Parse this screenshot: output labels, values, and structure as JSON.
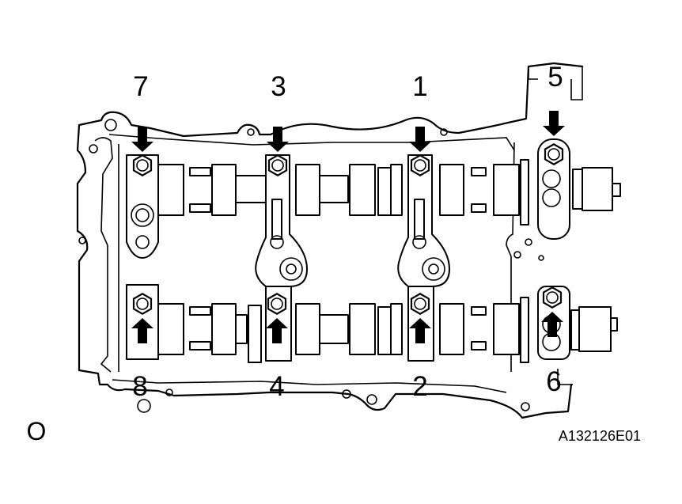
{
  "diagram": {
    "bolt_labels": [
      {
        "id": "1",
        "text": "1",
        "dir": "down"
      },
      {
        "id": "2",
        "text": "2",
        "dir": "up"
      },
      {
        "id": "3",
        "text": "3",
        "dir": "down"
      },
      {
        "id": "4",
        "text": "4",
        "dir": "up"
      },
      {
        "id": "5",
        "text": "5",
        "dir": "down"
      },
      {
        "id": "6",
        "text": "6",
        "dir": "up"
      },
      {
        "id": "7",
        "text": "7",
        "dir": "down"
      },
      {
        "id": "8",
        "text": "8",
        "dir": "up"
      }
    ],
    "corner_mark": "O",
    "figure_code": "A132126E01"
  }
}
